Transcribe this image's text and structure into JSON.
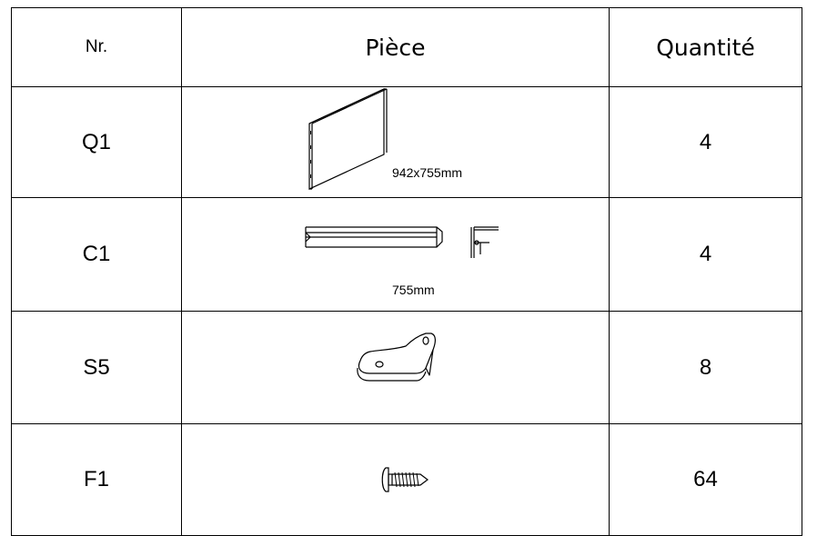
{
  "header": {
    "nr": "Nr.",
    "piece": "Pièce",
    "quantity": "Quantité"
  },
  "rows": [
    {
      "nr": "Q1",
      "dimension": "942x755mm",
      "quantity": "4",
      "icon": "panel-sheet-icon"
    },
    {
      "nr": "C1",
      "dimension": "755mm",
      "quantity": "4",
      "icon": "corner-profile-icon"
    },
    {
      "nr": "S5",
      "dimension": "",
      "quantity": "8",
      "icon": "bracket-clip-icon"
    },
    {
      "nr": "F1",
      "dimension": "",
      "quantity": "64",
      "icon": "screw-icon"
    }
  ]
}
